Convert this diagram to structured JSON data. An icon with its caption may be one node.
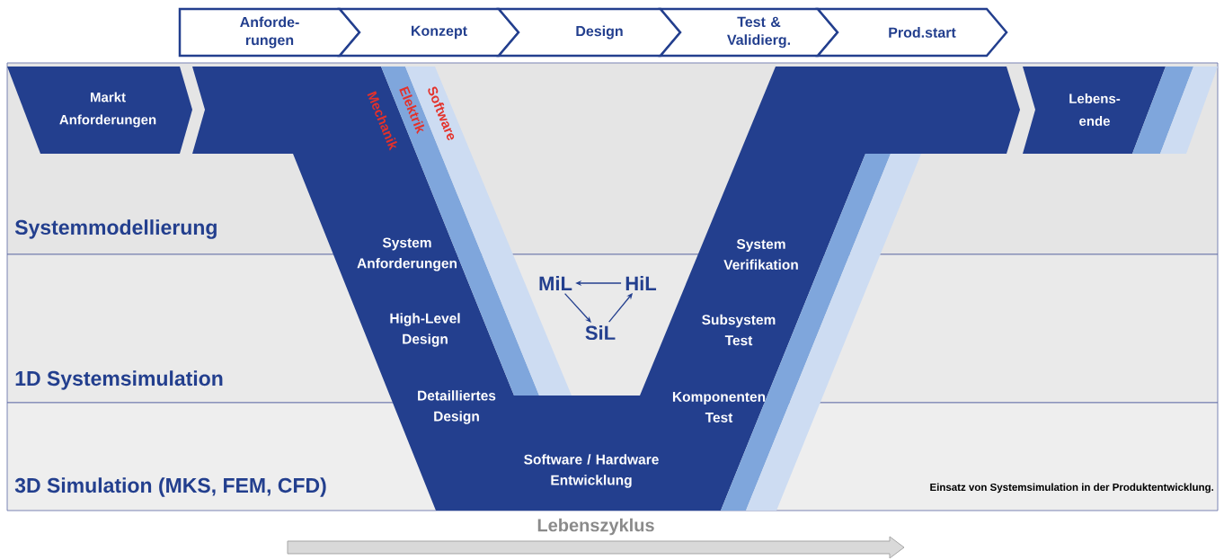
{
  "diagram": {
    "caption": "Einsatz von Systemsimulation in der Produktentwicklung.",
    "nodes": [
      {
        "text": [
          "Anforde- rungen"
        ]
      },
      {
        "text": [
          "Konzept"
        ]
      },
      {
        "text": [
          "Design"
        ]
      },
      {
        "text": [
          "Test & Validierg."
        ]
      },
      {
        "text": [
          "Prod.start"
        ]
      },
      {
        "text": [
          "Markt Anforderungen"
        ],
        "in": 7
      },
      {
        "text": [
          "Lebens- ende"
        ],
        "in": 7
      },
      {
        "text": [
          "Systemmodellierung"
        ]
      },
      {
        "text": [
          "1D Systemsimulation"
        ]
      },
      {
        "text": [
          "3D Simulation (MKS, FEM, CFD)"
        ]
      },
      {
        "text": [
          "MiL"
        ],
        "in": 8
      },
      {
        "text": [
          "HiL"
        ],
        "in": 8
      },
      {
        "text": [
          "SiL"
        ],
        "in": 8
      }
    ],
    "edges": [
      {
        "from": 11,
        "to": 10,
        "arrow": "to"
      },
      {
        "from": 10,
        "to": 12,
        "arrow": "to"
      },
      {
        "from": 12,
        "to": 11,
        "arrow": "to"
      }
    ],
    "labels": [
      "Mechanik",
      "Elektrik",
      "Software",
      "System Anforderungen",
      "System Verifikation",
      "High-Level Design",
      "Subsystem Test",
      "Detailliertes Design",
      "Komponenten Test",
      "Software / Hardware Entwicklung",
      "Lebenszyklus"
    ]
  }
}
